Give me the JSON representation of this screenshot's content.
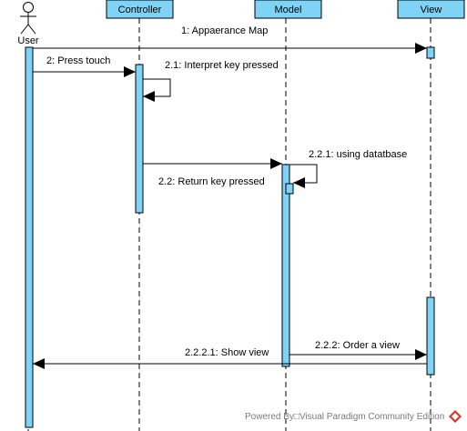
{
  "actor": {
    "label": "User"
  },
  "lifelines": [
    {
      "id": "controller",
      "label": "Controller"
    },
    {
      "id": "model",
      "label": "Model"
    },
    {
      "id": "view",
      "label": "View"
    }
  ],
  "messages": [
    {
      "id": "m1",
      "label": "1: Appaerance Map"
    },
    {
      "id": "m2",
      "label": "2: Press touch"
    },
    {
      "id": "m21",
      "label": "2.1: Interpret key pressed"
    },
    {
      "id": "m22",
      "label": "2.2: Return key pressed"
    },
    {
      "id": "m221",
      "label": "2.2.1: using datatbase"
    },
    {
      "id": "m222",
      "label": "2.2.2: Order a view"
    },
    {
      "id": "m2221",
      "label": "2.2.2.1: Show view"
    }
  ],
  "watermark": {
    "text": "Powered By□Visual Paradigm Community Edition"
  },
  "colors": {
    "participant_fill": "#7ed3f7",
    "activation_fill": "#7ed3f7",
    "stroke": "#000000",
    "watermark_text": "#7a7a7a",
    "logo": "#d9342b"
  }
}
